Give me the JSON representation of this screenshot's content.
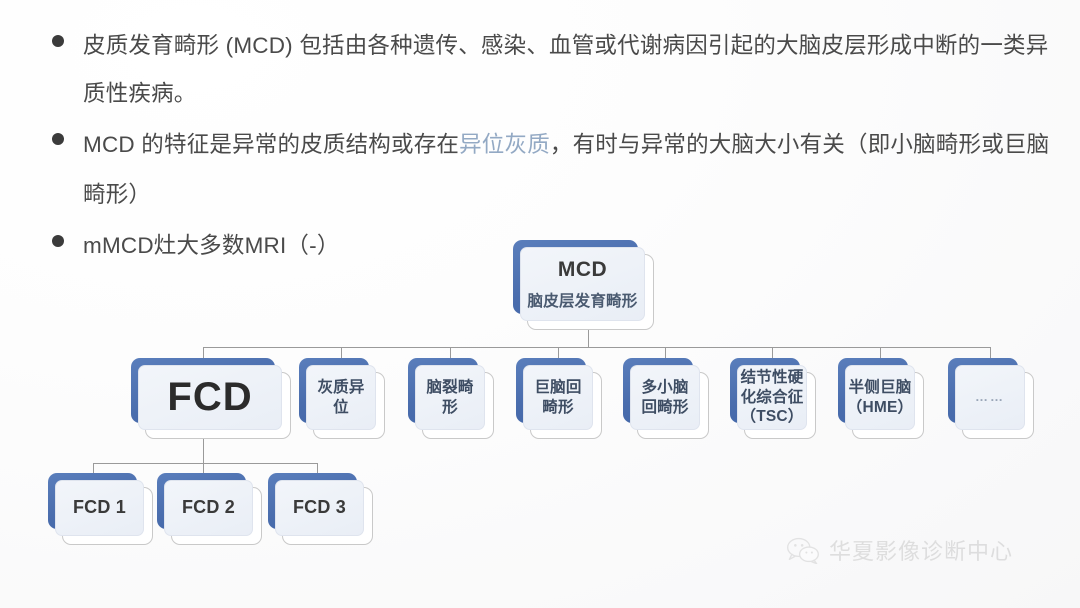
{
  "slide": {
    "bullets": [
      {
        "id": "bullet-mcd-definition",
        "segments": [
          {
            "text": "皮质发育畸形 (MCD) 包括由各种遗传、感染、血管或代谢病因引起的大脑皮层形成中断的一类异质性疾病。",
            "style": "normal"
          }
        ]
      },
      {
        "id": "bullet-mcd-features",
        "segments": [
          {
            "text": "MCD 的特征是异常的皮质结构或存在",
            "style": "normal"
          },
          {
            "text": "异位灰质",
            "style": "highlight"
          },
          {
            "text": "，有时与异常的大脑大小有关（即小脑畸形或巨脑畸形）",
            "style": "normal"
          }
        ]
      },
      {
        "id": "bullet-mmcd-mri",
        "segments": [
          {
            "text": "mMCD灶大多数MRI（-）",
            "style": "normal"
          }
        ]
      }
    ],
    "highlight_color": "#93a9c4",
    "text_color": "#4a4a4a"
  },
  "diagram": {
    "accent_color": "#4a6dad",
    "face_color": "#eef2f8",
    "root": {
      "title": "MCD",
      "subtitle": "脑皮层发育畸形"
    },
    "level2": [
      {
        "id": "fcd",
        "label": "FCD"
      },
      {
        "id": "heterotopia",
        "label": "灰质异位"
      },
      {
        "id": "schizencephaly",
        "label": "脑裂畸形"
      },
      {
        "id": "pachygyria",
        "label": "巨脑回畸形"
      },
      {
        "id": "polymicrogyria",
        "label": "多小脑回畸形"
      },
      {
        "id": "tsc",
        "label": "结节性硬化综合征（TSC）"
      },
      {
        "id": "hme",
        "label": "半侧巨脑（HME）"
      },
      {
        "id": "more",
        "label": "……"
      }
    ],
    "level3": [
      {
        "id": "fcd1",
        "label": "FCD 1"
      },
      {
        "id": "fcd2",
        "label": "FCD 2"
      },
      {
        "id": "fcd3",
        "label": "FCD 3"
      }
    ]
  },
  "watermark": {
    "text": "华夏影像诊断中心",
    "icon": "wechat-icon"
  }
}
